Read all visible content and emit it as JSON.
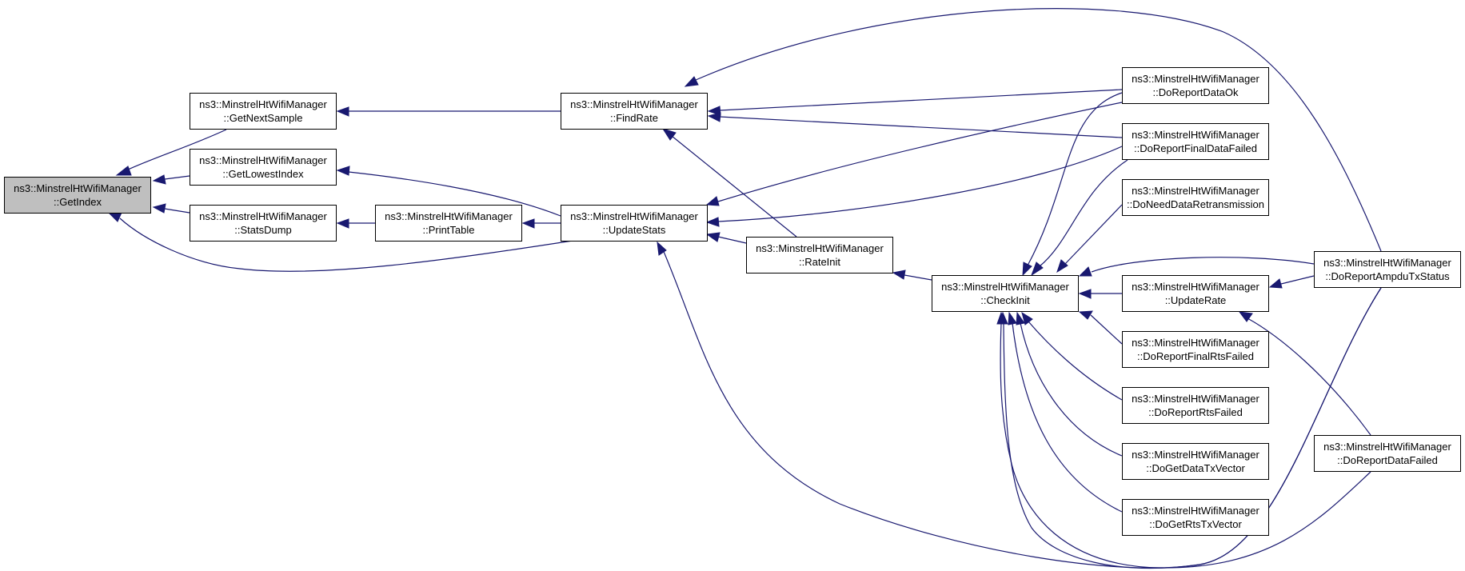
{
  "nodes": [
    {
      "id": "get_index",
      "line1": "ns3::MinstrelHtWifiManager",
      "line2": "::GetIndex",
      "highlight": true
    },
    {
      "id": "get_next_sample",
      "line1": "ns3::MinstrelHtWifiManager",
      "line2": "::GetNextSample"
    },
    {
      "id": "get_lowest_index",
      "line1": "ns3::MinstrelHtWifiManager",
      "line2": "::GetLowestIndex"
    },
    {
      "id": "stats_dump",
      "line1": "ns3::MinstrelHtWifiManager",
      "line2": "::StatsDump"
    },
    {
      "id": "print_table",
      "line1": "ns3::MinstrelHtWifiManager",
      "line2": "::PrintTable"
    },
    {
      "id": "find_rate",
      "line1": "ns3::MinstrelHtWifiManager",
      "line2": "::FindRate"
    },
    {
      "id": "update_stats",
      "line1": "ns3::MinstrelHtWifiManager",
      "line2": "::UpdateStats"
    },
    {
      "id": "rate_init",
      "line1": "ns3::MinstrelHtWifiManager",
      "line2": "::RateInit"
    },
    {
      "id": "check_init",
      "line1": "ns3::MinstrelHtWifiManager",
      "line2": "::CheckInit"
    },
    {
      "id": "do_report_data_ok",
      "line1": "ns3::MinstrelHtWifiManager",
      "line2": "::DoReportDataOk"
    },
    {
      "id": "do_report_final_data_failed",
      "line1": "ns3::MinstrelHtWifiManager",
      "line2": "::DoReportFinalDataFailed"
    },
    {
      "id": "do_need_data_retransmission",
      "line1": "ns3::MinstrelHtWifiManager",
      "line2": "::DoNeedDataRetransmission"
    },
    {
      "id": "update_rate",
      "line1": "ns3::MinstrelHtWifiManager",
      "line2": "::UpdateRate"
    },
    {
      "id": "do_report_final_rts_failed",
      "line1": "ns3::MinstrelHtWifiManager",
      "line2": "::DoReportFinalRtsFailed"
    },
    {
      "id": "do_report_rts_failed",
      "line1": "ns3::MinstrelHtWifiManager",
      "line2": "::DoReportRtsFailed"
    },
    {
      "id": "do_get_data_tx_vector",
      "line1": "ns3::MinstrelHtWifiManager",
      "line2": "::DoGetDataTxVector"
    },
    {
      "id": "do_get_rts_tx_vector",
      "line1": "ns3::MinstrelHtWifiManager",
      "line2": "::DoGetRtsTxVector"
    },
    {
      "id": "do_report_ampdu_tx_status",
      "line1": "ns3::MinstrelHtWifiManager",
      "line2": "::DoReportAmpduTxStatus"
    },
    {
      "id": "do_report_data_failed",
      "line1": "ns3::MinstrelHtWifiManager",
      "line2": "::DoReportDataFailed"
    }
  ],
  "colors": {
    "edge": "#191970",
    "highlight_fill": "#bfbfbf",
    "node_fill": "#ffffff",
    "node_border": "#000000"
  }
}
